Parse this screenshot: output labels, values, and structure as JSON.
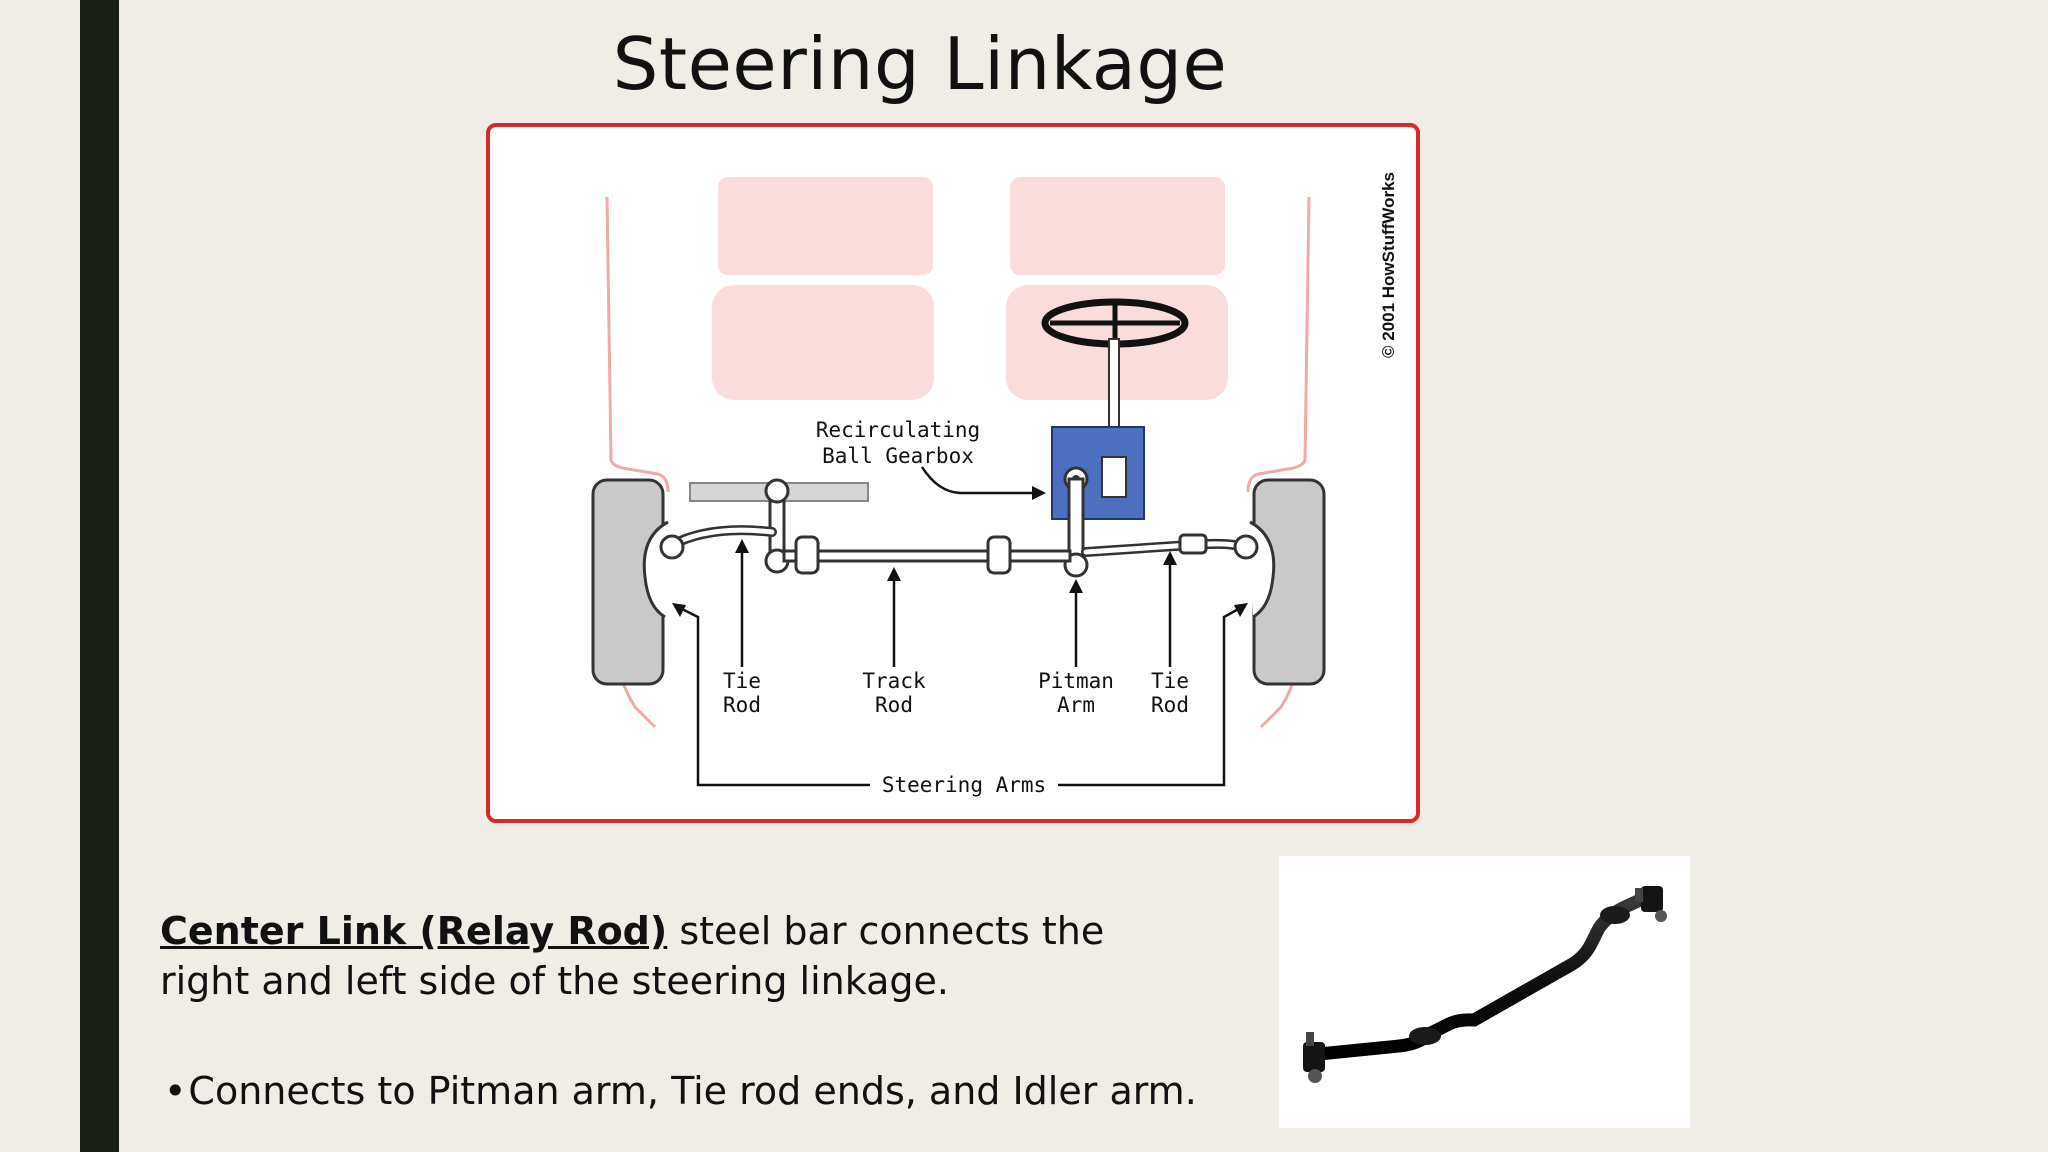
{
  "slide": {
    "title": "Steering Linkage",
    "diagram": {
      "copyright": "© 2001 HowStuffWorks",
      "labels": {
        "gearbox_line1": "Recirculating",
        "gearbox_line2": "Ball Gearbox",
        "tie_rod_left_1": "Tie",
        "tie_rod_left_2": "Rod",
        "track_rod_1": "Track",
        "track_rod_2": "Rod",
        "pitman_arm_1": "Pitman",
        "pitman_arm_2": "Arm",
        "tie_rod_right_1": "Tie",
        "tie_rod_right_2": "Rod",
        "steering_arms": "Steering Arms"
      }
    },
    "description": {
      "term": "Center Link (Relay Rod)",
      "text": " steel bar connects the right and left side of the steering linkage."
    },
    "bullet": {
      "mark": "•",
      "text": "Connects to Pitman arm, Tie rod ends, and Idler arm."
    }
  },
  "colors": {
    "accent_bar": "#1b1d17",
    "frame_border": "#d42a2a",
    "gearbox_fill": "#4d6fbf",
    "background": "#f0ece6"
  }
}
